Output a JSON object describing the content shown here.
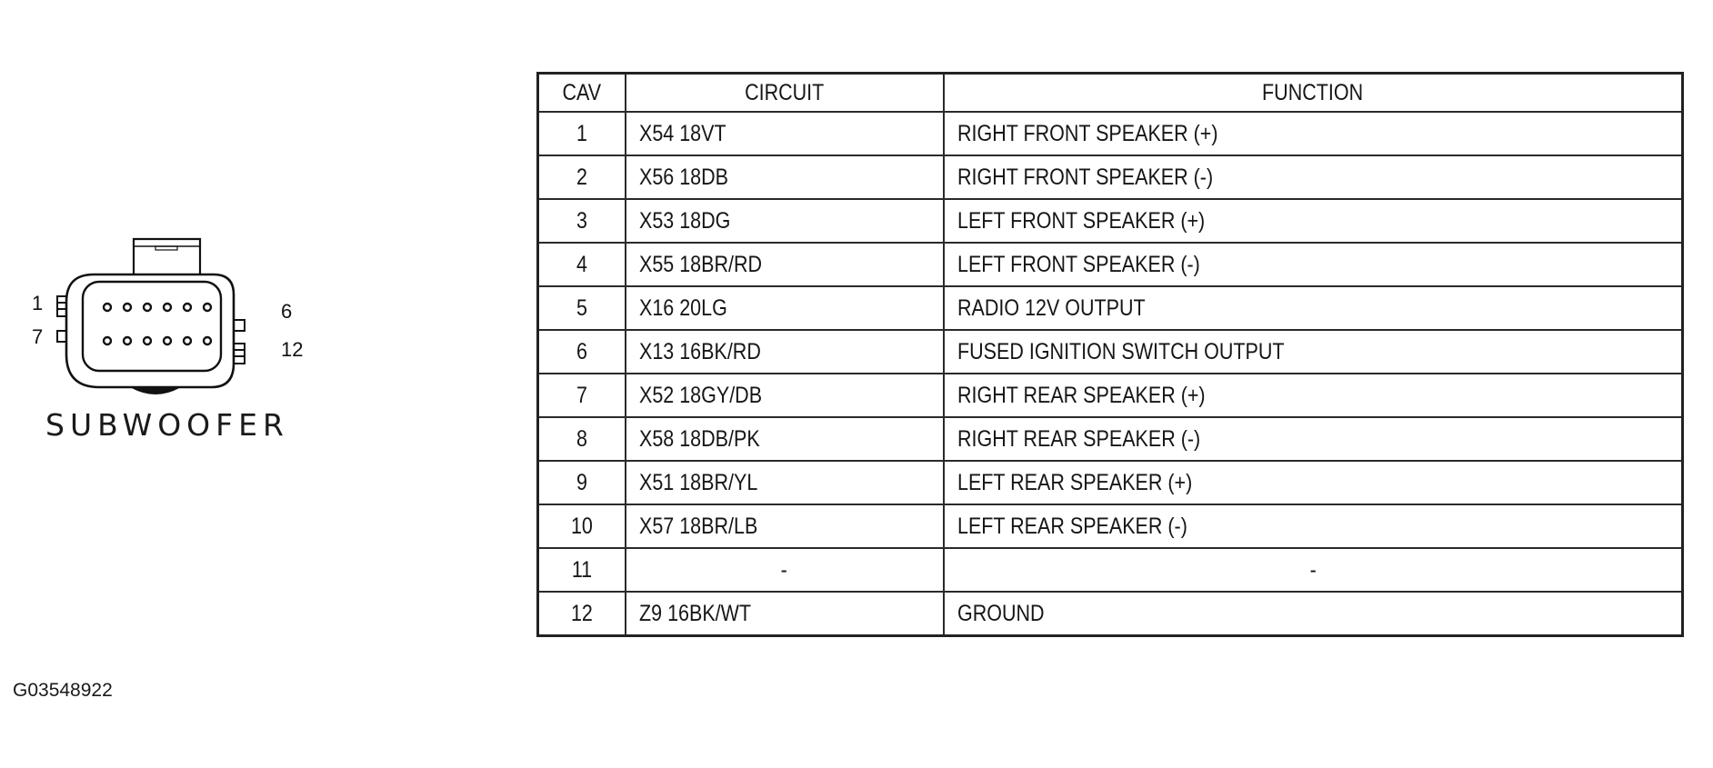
{
  "connector": {
    "name": "SUBWOOFER",
    "pin_labels": {
      "top_left": "1",
      "bottom_left": "7",
      "top_right": "6",
      "bottom_right": "12"
    }
  },
  "figure_id": "G03548922",
  "table": {
    "headers": {
      "cav": "CAV",
      "circuit": "CIRCUIT",
      "function": "FUNCTION"
    },
    "rows": [
      {
        "cav": "1",
        "circuit": "X54 18VT",
        "function": "RIGHT FRONT SPEAKER (+)"
      },
      {
        "cav": "2",
        "circuit": "X56 18DB",
        "function": "RIGHT FRONT SPEAKER (-)"
      },
      {
        "cav": "3",
        "circuit": "X53 18DG",
        "function": "LEFT FRONT SPEAKER (+)"
      },
      {
        "cav": "4",
        "circuit": "X55 18BR/RD",
        "function": "LEFT FRONT SPEAKER (-)"
      },
      {
        "cav": "5",
        "circuit": "X16 20LG",
        "function": "RADIO 12V OUTPUT"
      },
      {
        "cav": "6",
        "circuit": "X13 16BK/RD",
        "function": "FUSED IGNITION SWITCH OUTPUT"
      },
      {
        "cav": "7",
        "circuit": "X52 18GY/DB",
        "function": "RIGHT REAR SPEAKER (+)"
      },
      {
        "cav": "8",
        "circuit": "X58 18DB/PK",
        "function": "RIGHT REAR SPEAKER (-)"
      },
      {
        "cav": "9",
        "circuit": "X51 18BR/YL",
        "function": "LEFT REAR SPEAKER (+)"
      },
      {
        "cav": "10",
        "circuit": "X57 18BR/LB",
        "function": "LEFT REAR SPEAKER (-)"
      },
      {
        "cav": "11",
        "circuit": "-",
        "function": "-"
      },
      {
        "cav": "12",
        "circuit": "Z9 16BK/WT",
        "function": "GROUND"
      }
    ]
  }
}
